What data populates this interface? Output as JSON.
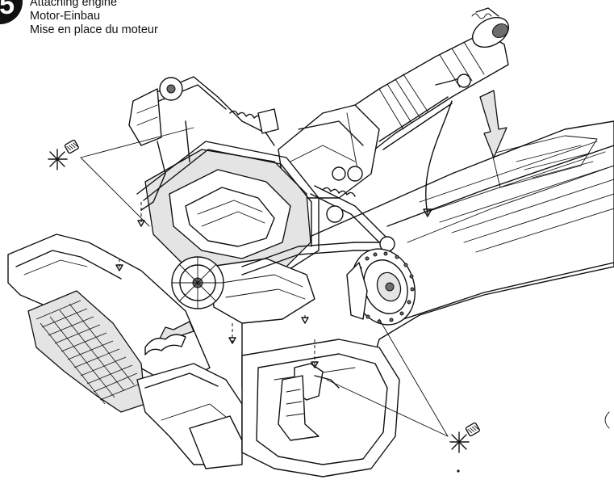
{
  "step": {
    "number": "5"
  },
  "captions": {
    "en": "Attaching engine",
    "de": "Motor-Einbau",
    "fr": "Mise en place du moteur"
  }
}
